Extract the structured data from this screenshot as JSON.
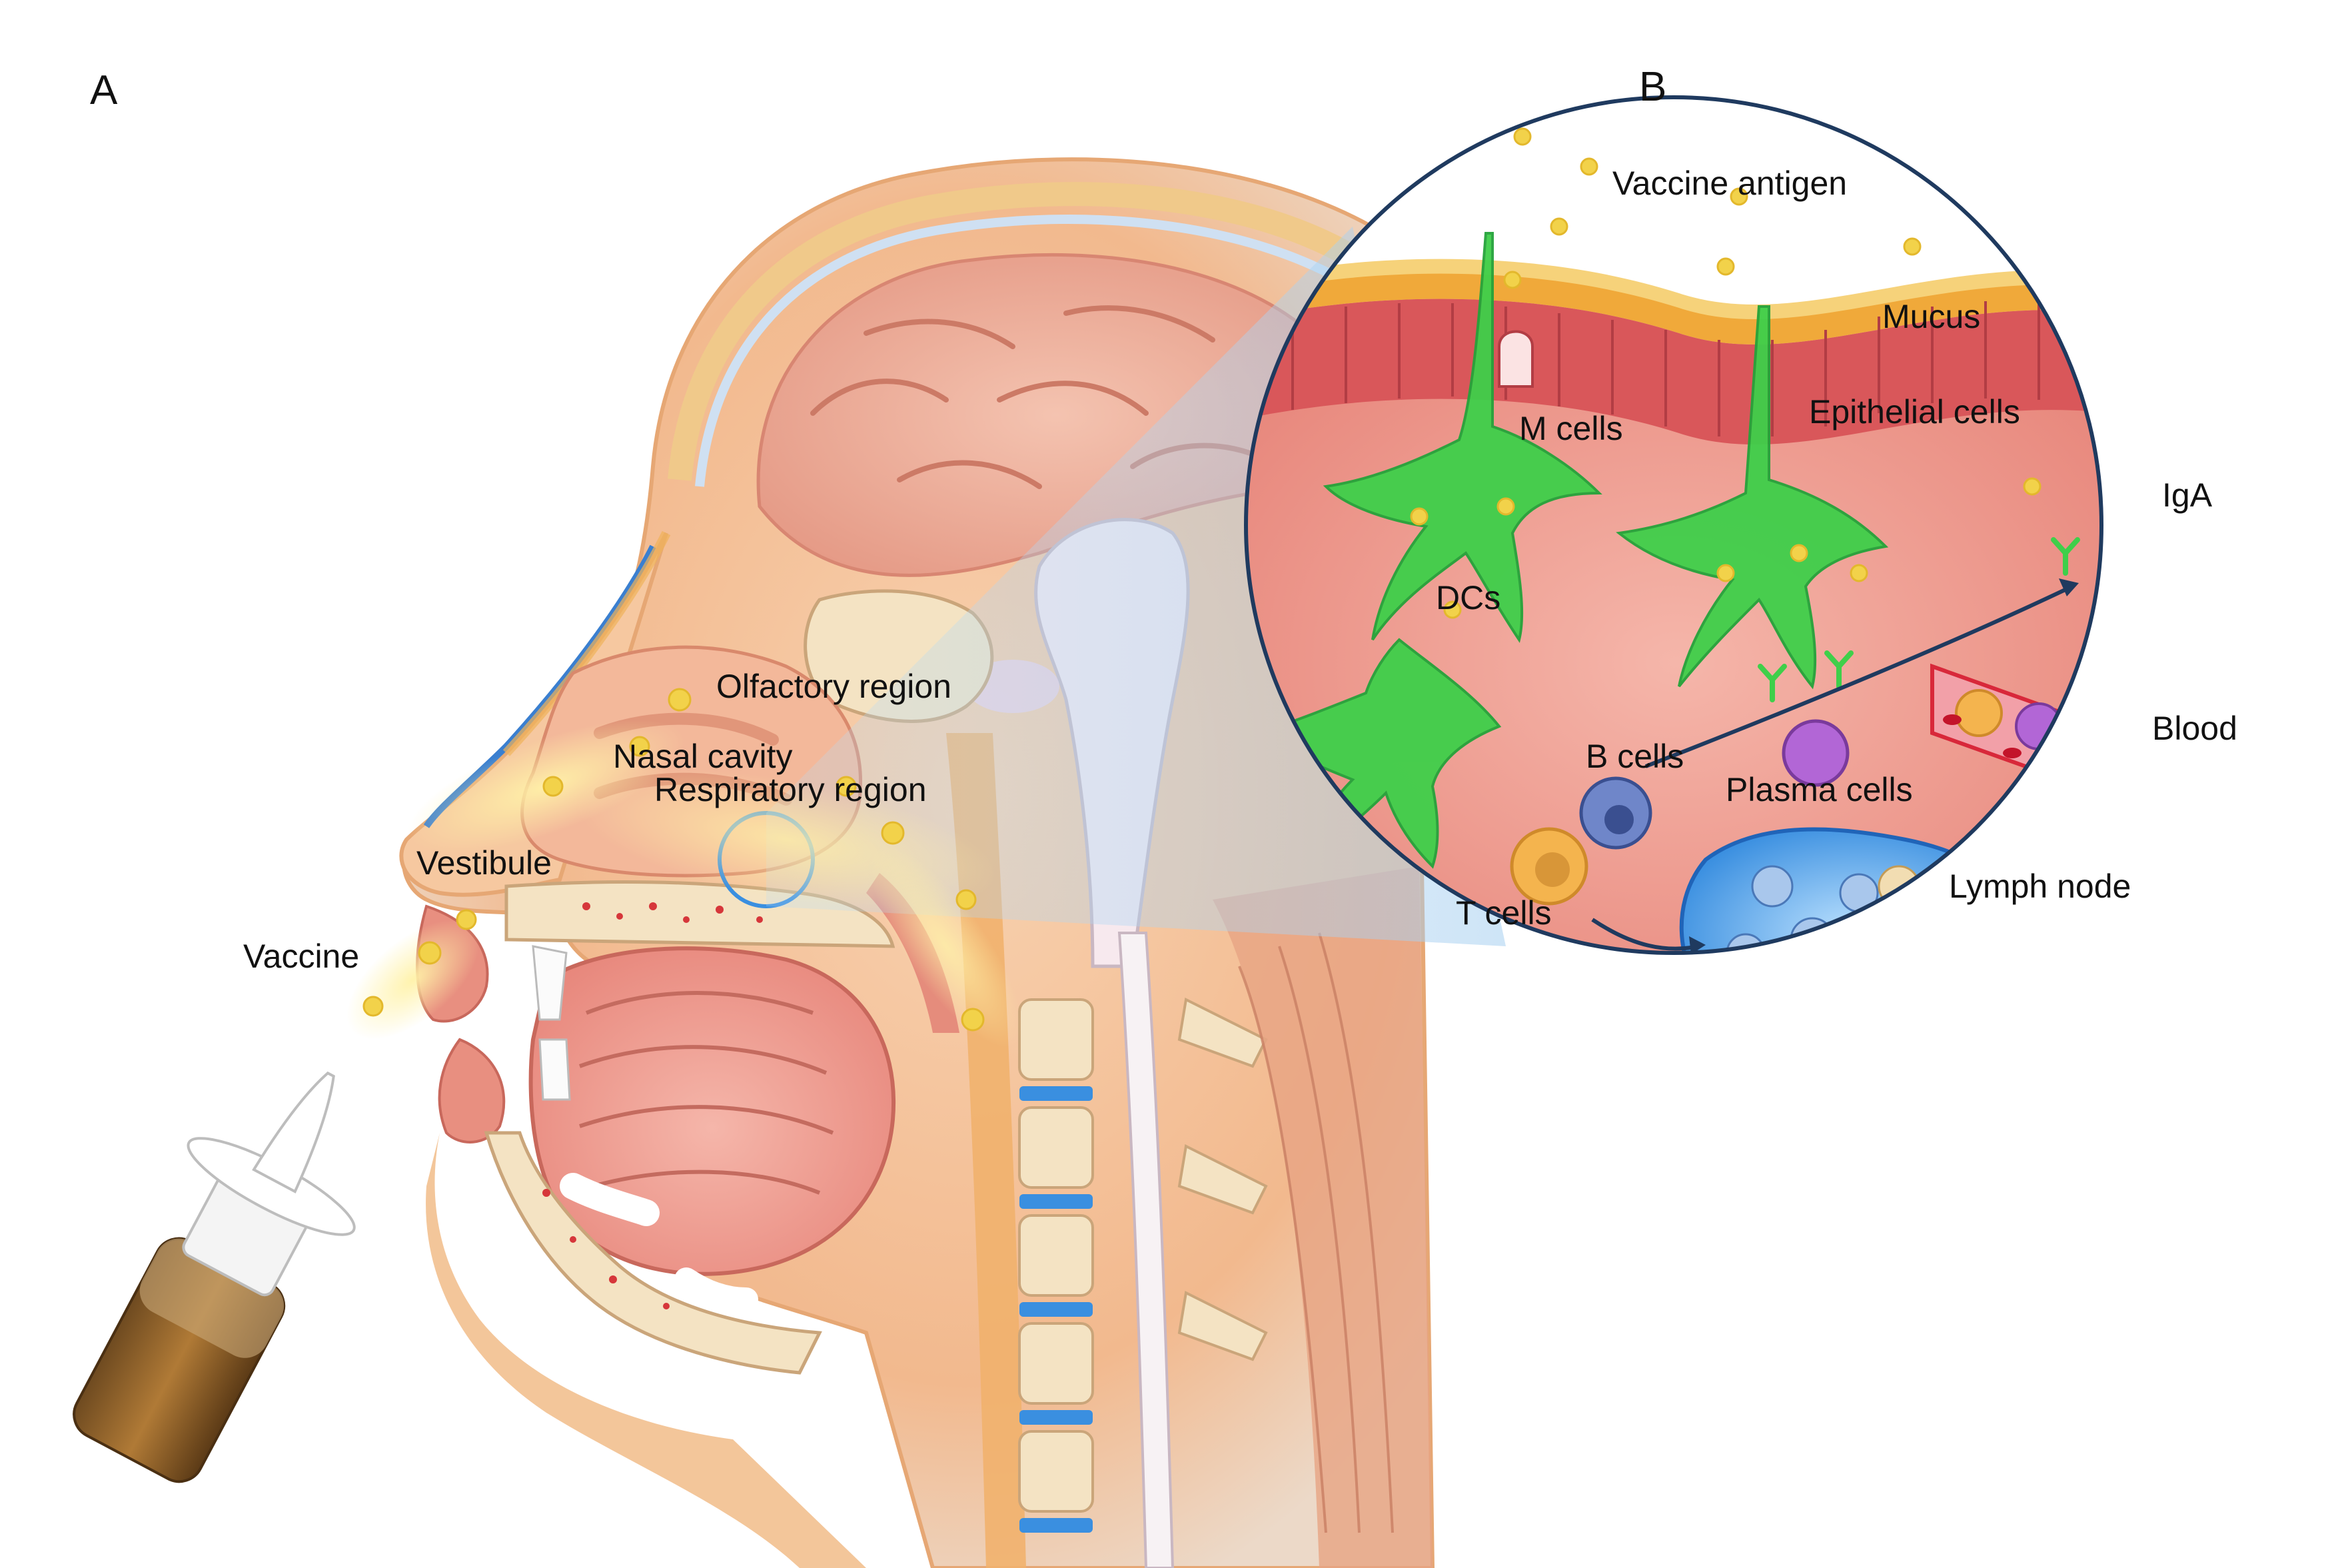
{
  "figure": {
    "panel_a": "A",
    "panel_b": "B"
  },
  "labels_a": {
    "olfactory_region": "Olfactory region",
    "nasal_cavity": "Nasal cavity",
    "respiratory_region": "Respiratory region",
    "vestibule": "Vestibule",
    "vaccine": "Vaccine"
  },
  "labels_b": {
    "vaccine_antigen": "Vaccine antigen",
    "mucus": "Mucus",
    "m_cells": "M cells",
    "epithelial_cells": "Epithelial cells",
    "iga": "IgA",
    "dcs": "DCs",
    "b_cells": "B cells",
    "plasma_cells": "Plasma cells",
    "blood": "Blood",
    "t_cells": "T cells",
    "lymph_node": "Lymph node"
  },
  "colors": {
    "skin": "#f3b98a",
    "tissue": "#e98c7c",
    "bone": "#f6e6c8",
    "mucus": "#f0a93a",
    "epithelium": "#d9575a",
    "dc": "#3fcf4a",
    "antigen": "#f2d24a",
    "circle_border": "#1f3a5f",
    "lymph": "#3a8fe0",
    "plasma": "#a64fd0",
    "blood": "#d8283a"
  }
}
